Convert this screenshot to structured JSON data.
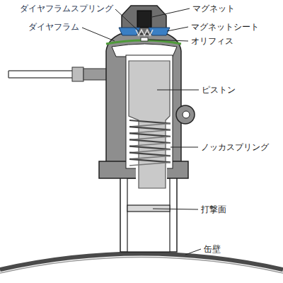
{
  "diagram": {
    "labels": [
      "ダイヤフラムスプリング",
      "マグネット",
      "ダイヤフラム",
      "マグネットシート",
      "オリフィス",
      "ピストン",
      "ノッカスプリング",
      "打撃面",
      "缶壁"
    ]
  }
}
